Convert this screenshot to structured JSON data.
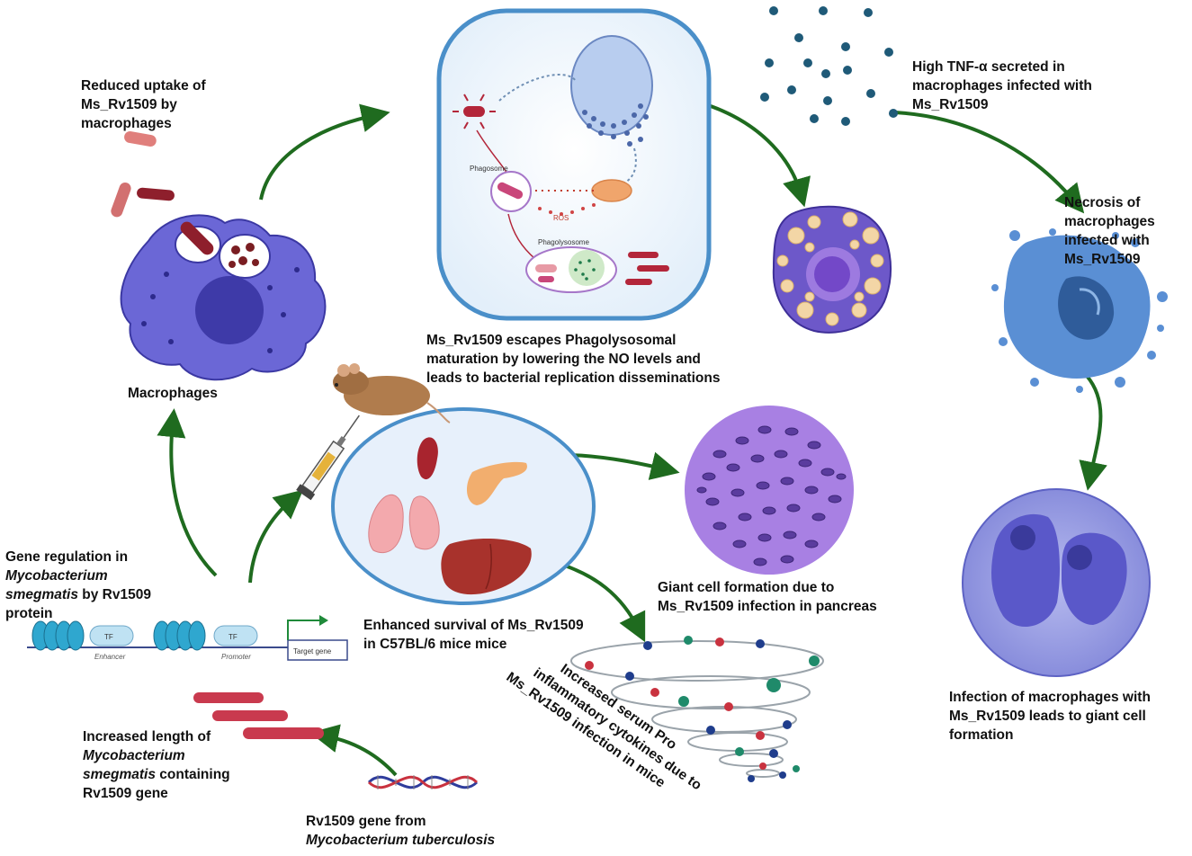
{
  "labels": {
    "reduced_uptake": [
      "Reduced uptake of",
      "Ms_Rv1509 by",
      "macrophages"
    ],
    "macrophages": "Macrophages",
    "escape": [
      "Ms_Rv1509 escapes Phagolysosomal",
      "maturation  by lowering the NO levels and",
      "leads to bacterial replication disseminations"
    ],
    "tnf": [
      "High TNF-α  secreted in",
      "macrophages infected with",
      "Ms_Rv1509"
    ],
    "necrosis": [
      "Necrosis of",
      "macrophages",
      "infected with",
      "Ms_Rv1509"
    ],
    "gene_regulation": {
      "line1": "Gene regulation in",
      "line2": "Mycobacterium",
      "line3a": "smegmatis",
      "line3b": " by  Rv1509",
      "line4": "protein"
    },
    "enhanced_survival": [
      "Enhanced survival of Ms_Rv1509",
      "in C57BL/6 mice  mice"
    ],
    "giant_pancreas": [
      "Giant cell formation due to",
      "Ms_Rv1509 infection in pancreas"
    ],
    "giant_macrophage": [
      "Infection of macrophages with",
      "Ms_Rv1509 leads to giant cell",
      "formation"
    ],
    "increased_length": {
      "line1": "Increased length of",
      "line2": "Mycobacterium",
      "line3a": "smegmatis",
      "line3b": " containing",
      "line4": "Rv1509 gene"
    },
    "rv_gene": {
      "line1": "Rv1509 gene from",
      "line2": "Mycobacterium tuberculosis"
    },
    "cytokines": [
      "Increased serum  Pro",
      "inflammatory cytokines  due to",
      "Ms_Rv1509 infection in mice"
    ],
    "gene_diagram": {
      "tf": "TF",
      "enhancer": "Enhancer",
      "promoter": "Promoter",
      "target": "Target gene"
    },
    "cell_inner": {
      "phagosome": "Phagosome",
      "phagolysosome": "Phagolysosome",
      "ros": "ROS"
    }
  },
  "colors": {
    "arrow": "#1f6b1f",
    "cell_purple": "#5b57c9",
    "bacteria": "#b3263a",
    "bubble_border": "#4a8fc9",
    "tnf_dot": "#1f5a78"
  }
}
